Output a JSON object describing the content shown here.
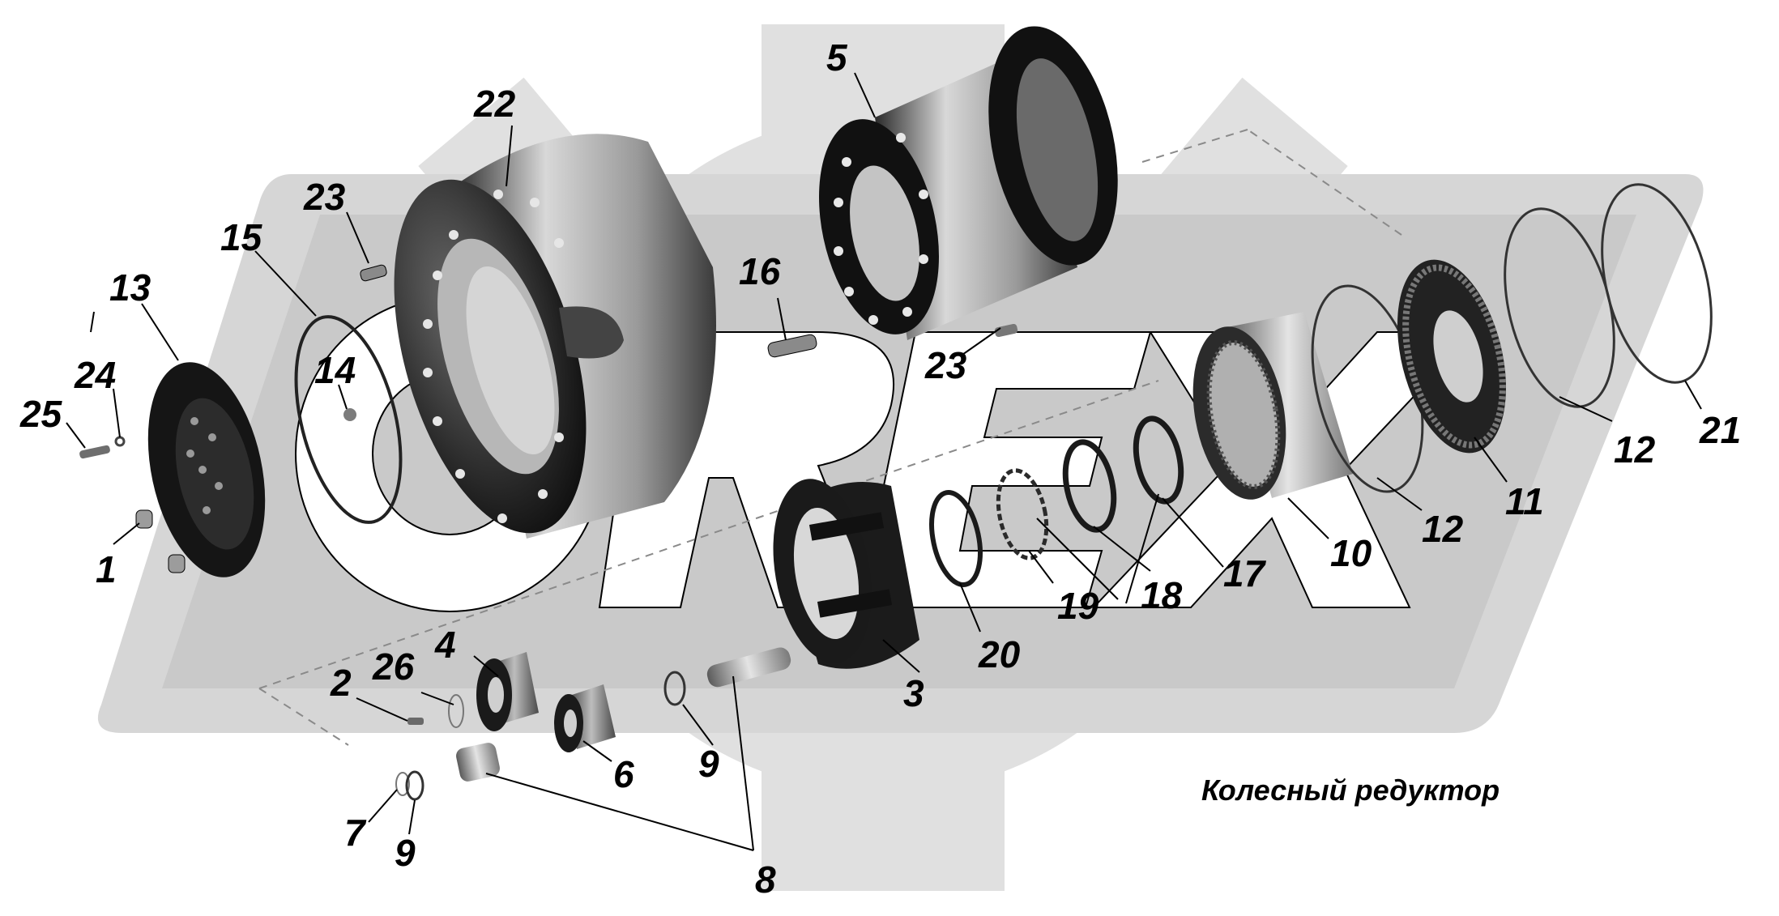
{
  "caption": "Колесный редуктор",
  "watermark": {
    "text": "OREX",
    "color_background": "#d9d9d9",
    "color_letters": "#ffffff"
  },
  "callouts": {
    "n1": "1",
    "n2": "2",
    "n3": "3",
    "n4": "4",
    "n5": "5",
    "n6": "6",
    "n7": "7",
    "n8": "8",
    "n9_left": "9",
    "n9_mid": "9",
    "n10": "10",
    "n11": "11",
    "n12_a": "12",
    "n12_b": "12",
    "n13": "13",
    "n14": "14",
    "n15": "15",
    "n16": "16",
    "n17": "17",
    "n18": "18",
    "n19": "19",
    "n20": "20",
    "n21": "21",
    "n22": "22",
    "n23_a": "23",
    "n23_b": "23",
    "n24": "24",
    "n25": "25",
    "n26": "26"
  },
  "colors": {
    "part_dark": "#111111",
    "part_mid": "#777777",
    "part_light": "#cfcfcf",
    "line": "#000000",
    "dash": "#8a8a8a"
  }
}
